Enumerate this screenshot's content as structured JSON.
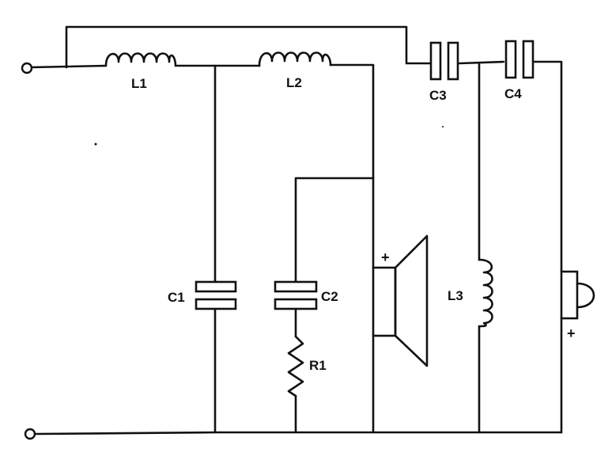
{
  "components": {
    "L1": "L1",
    "L2": "L2",
    "L3": "L3",
    "C1": "C1",
    "C2": "C2",
    "C3": "C3",
    "C4": "C4",
    "R1": "R1"
  },
  "polarity": {
    "woofer": "+",
    "tweeter": "+"
  }
}
